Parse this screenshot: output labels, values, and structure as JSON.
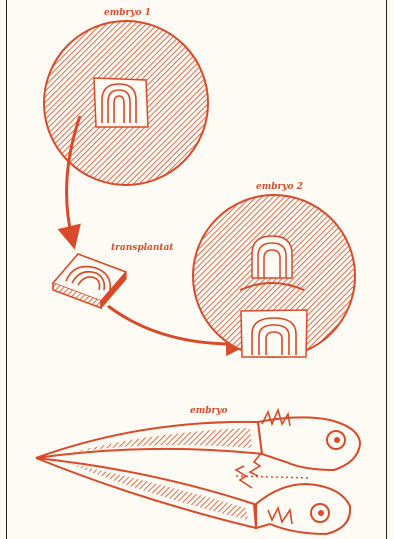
{
  "labels": {
    "embryo1": "embryo 1",
    "embryo2": "embryo 2",
    "transplant": "transplantat",
    "embryo": "embryo"
  },
  "colors": {
    "accent": "#d94a2a",
    "background": "#fdfbf4",
    "border": "#222222"
  }
}
